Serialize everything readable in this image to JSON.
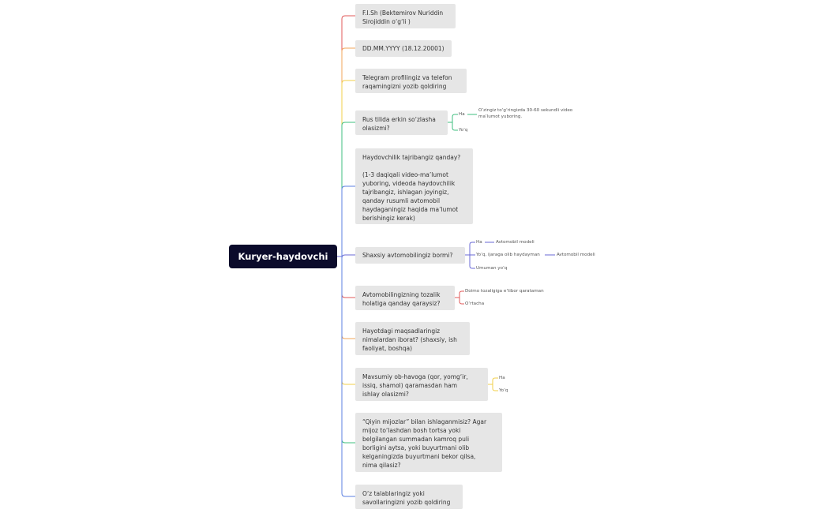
{
  "root": "Kuryer-haydovchi",
  "colors": {
    "root_bg": "#0b0b2b",
    "branch_1": "#e05a5a",
    "branch_2": "#f2a65a",
    "branch_3": "#f2cf4a",
    "branch_4": "#3fbf7f",
    "branch_5": "#5b7fe0",
    "branch_6": "#6a6ad6"
  },
  "nodes": [
    {
      "text": "F.I.Sh (Bektemirov Nuriddin\nSirojiddin o‘g‘li )"
    },
    {
      "text": "DD.MM.YYYY (18.12.20001)"
    },
    {
      "text": "Telegram profilingiz va telefon\nraqamingizni yozib qoldiring"
    },
    {
      "text": "Rus tilida erkin so‘zlasha\nolasizmi?",
      "children": [
        {
          "text": "Ha",
          "children": [
            {
              "text": "O’zingiz to‘g‘ringizda 30-60 sekundli video ma’lumot yuboring."
            }
          ]
        },
        {
          "text": "Yo‘q"
        }
      ]
    },
    {
      "text": "Haydovchilik tajribangiz qanday?\n\n(1-3 daqiqali video-ma’lumot\nyuboring, videoda haydovchilik\ntajribangiz, ishlagan joyingiz,\nqanday rusumli avtomobil\nhaydaganingiz haqida ma’lumot\nberishingiz kerak)"
    },
    {
      "text": "Shaxsiy avtomobilingiz bormi?",
      "children": [
        {
          "text": "Ha",
          "children": [
            {
              "text": "Avtomobil modeli"
            }
          ]
        },
        {
          "text": "Yo‘q, ijaraga olib haydayman",
          "children": [
            {
              "text": "Avtomobil modeli"
            }
          ]
        },
        {
          "text": "Umuman yo‘q"
        }
      ]
    },
    {
      "text": "Avtomobilingizning tozalik\nholatiga qanday qaraysiz?",
      "children": [
        {
          "text": "Doimo tozaligiga e’tibor qarataman"
        },
        {
          "text": "O‘rtacha"
        }
      ]
    },
    {
      "text": "Hayotdagi maqsadlaringiz\nnimalardan iborat? (shaxsiy, ish\nfaoliyat, boshqa)"
    },
    {
      "text": "Mavsumiy ob-havoga (qor, yomg‘ir,\nissiq, shamol) qaramasdan ham\nishlay olasizmi?",
      "children": [
        {
          "text": "Ha"
        },
        {
          "text": "Yo‘q"
        }
      ]
    },
    {
      "text": "“Qiyin mijozlar” bilan ishlaganmisiz? Agar\nmijoz to‘lashdan bosh tortsa yoki\nbelgilangan summadan kamroq puli\nborligini aytsa, yoki buyurtmani olib\nkelganingizda buyurtmani bekor qilsa,\nnima qilasiz?"
    },
    {
      "text": "O‘z talablaringiz yoki\nsavollaringizni yozib qoldiring"
    }
  ]
}
